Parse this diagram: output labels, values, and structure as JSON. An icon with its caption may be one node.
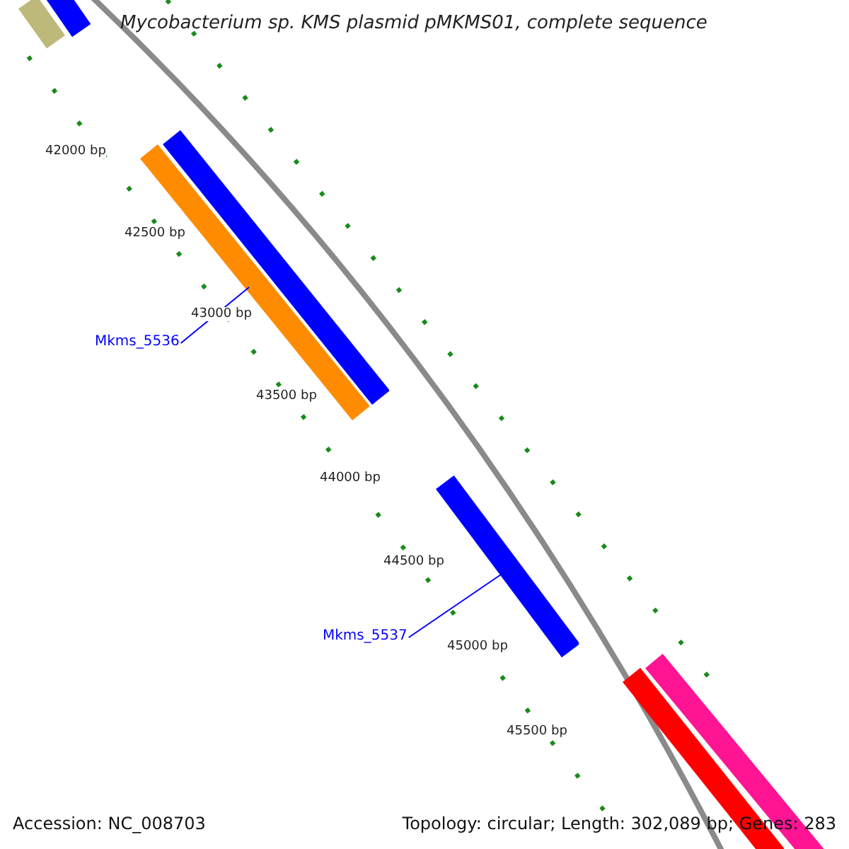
{
  "diagram": {
    "title": "Mycobacterium sp. KMS plasmid pMKMS01, complete sequence",
    "nodes": [
      {
        "text": [],
        "shape": "bar"
      },
      {
        "text": [],
        "shape": "bar"
      },
      {
        "text": [],
        "shape": "bar"
      },
      {
        "text": [],
        "shape": "bar"
      },
      {
        "text": [
          "Mkms_5536"
        ]
      },
      {
        "text": [],
        "shape": "bar"
      },
      {
        "text": [
          "Mkms_5537"
        ]
      },
      {
        "text": [],
        "shape": "bar"
      },
      {
        "text": [],
        "shape": "bar"
      }
    ],
    "edges": [
      {
        "from": 4,
        "to": 3,
        "arrow": "none"
      },
      {
        "from": 6,
        "to": 5,
        "arrow": "none"
      }
    ],
    "labels": [
      "42000 bp",
      "42500 bp",
      "43000 bp",
      "43500 bp",
      "44000 bp",
      "44500 bp",
      "45000 bp",
      "45500 bp",
      "Accession: NC_008703",
      "Topology: circular; Length: 302,089 bp; Genes: 283"
    ]
  }
}
